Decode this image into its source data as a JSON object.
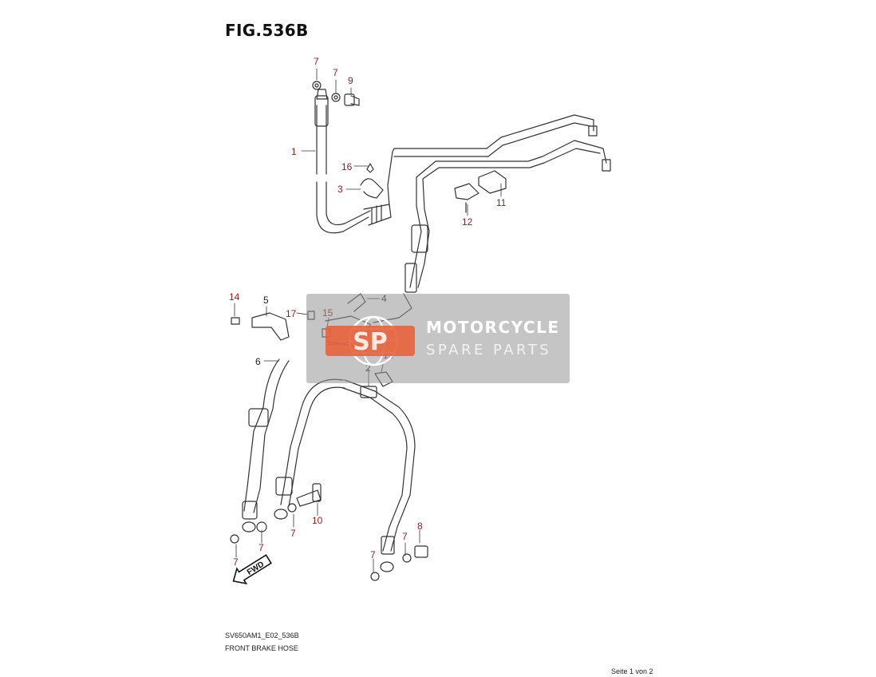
{
  "figure": {
    "title": "FIG.536B",
    "code": "SV650AM1_E02_536B",
    "description": "FRONT BRAKE HOSE",
    "page_note": "Seite 1 von 2"
  },
  "callouts": {
    "c7a": "7",
    "c7b": "7",
    "c9": "9",
    "c1": "1",
    "c16": "16",
    "c3": "3",
    "c11": "11",
    "c12": "12",
    "c14": "14",
    "c5": "5",
    "c17": "17",
    "c15": "15",
    "c4": "4",
    "c6": "6",
    "c13": "13",
    "c2": "2",
    "c10": "10",
    "c7c": "7",
    "c7d": "7",
    "c7e": "7",
    "c7f": "7",
    "c7g": "7",
    "c8": "8"
  },
  "watermark": {
    "line1": "MOTORCYCLE",
    "line2": "SPARE PARTS",
    "logo_letters": "SP"
  },
  "direction_label": "FWD",
  "colors": {
    "callout": "#8a1f1f",
    "line": "#333333",
    "watermark_bg": "#969696",
    "watermark_accent": "#e8623a"
  }
}
